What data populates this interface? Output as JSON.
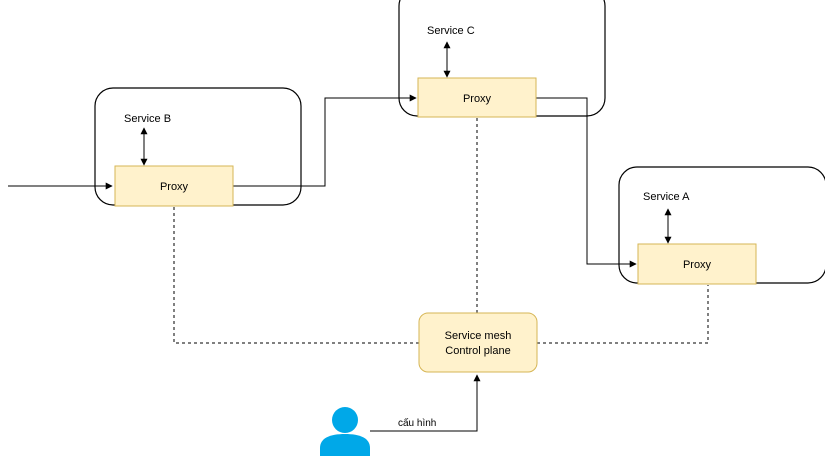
{
  "diagram": {
    "services": [
      {
        "label": "Service B",
        "proxy_label": "Proxy"
      },
      {
        "label": "Service C",
        "proxy_label": "Proxy"
      },
      {
        "label": "Service A",
        "proxy_label": "Proxy"
      }
    ],
    "control_plane": {
      "line1": "Service mesh",
      "line2": "Control plane"
    },
    "user_action_label": "cấu hình",
    "colors": {
      "proxy_fill": "#fff2cc",
      "proxy_border": "#d6b656",
      "user_icon": "#00a8e8",
      "line": "#000000"
    },
    "icons": {
      "user": "user-icon"
    }
  }
}
